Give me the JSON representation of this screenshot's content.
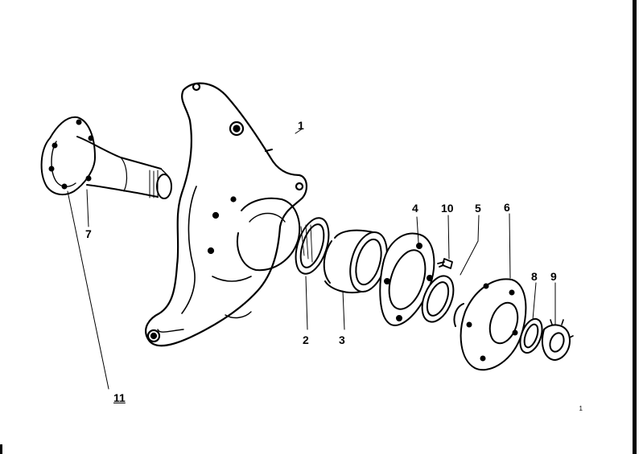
{
  "diagram": {
    "callouts": [
      "1",
      "2",
      "3",
      "4",
      "10",
      "5",
      "6",
      "8",
      "9",
      "7",
      "11"
    ],
    "page_number": "1"
  }
}
